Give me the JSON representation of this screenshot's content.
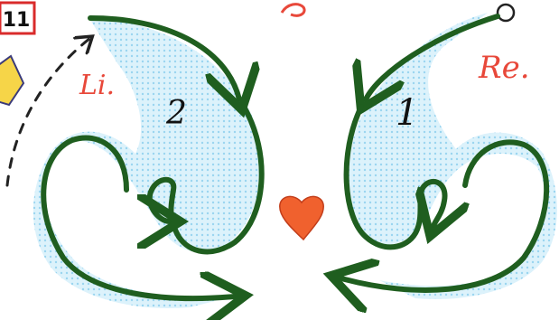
{
  "page_badge": {
    "text": "11"
  },
  "left_label": {
    "text": "Li.",
    "color": "#e8483a"
  },
  "right_label": {
    "text": "Re.",
    "color": "#e8483a"
  },
  "left_number": {
    "text": "2"
  },
  "right_number": {
    "text": "1"
  },
  "colors": {
    "stroke": "#1f5e1f",
    "stroke_dark": "#123f12",
    "fill": "#bfe6f6",
    "heart": "#f0612e",
    "pentagon": "#f6d548",
    "badge_border": "#d92b2b"
  },
  "icons": [
    "heart-icon",
    "pentagon-icon",
    "start-circle-icon"
  ]
}
